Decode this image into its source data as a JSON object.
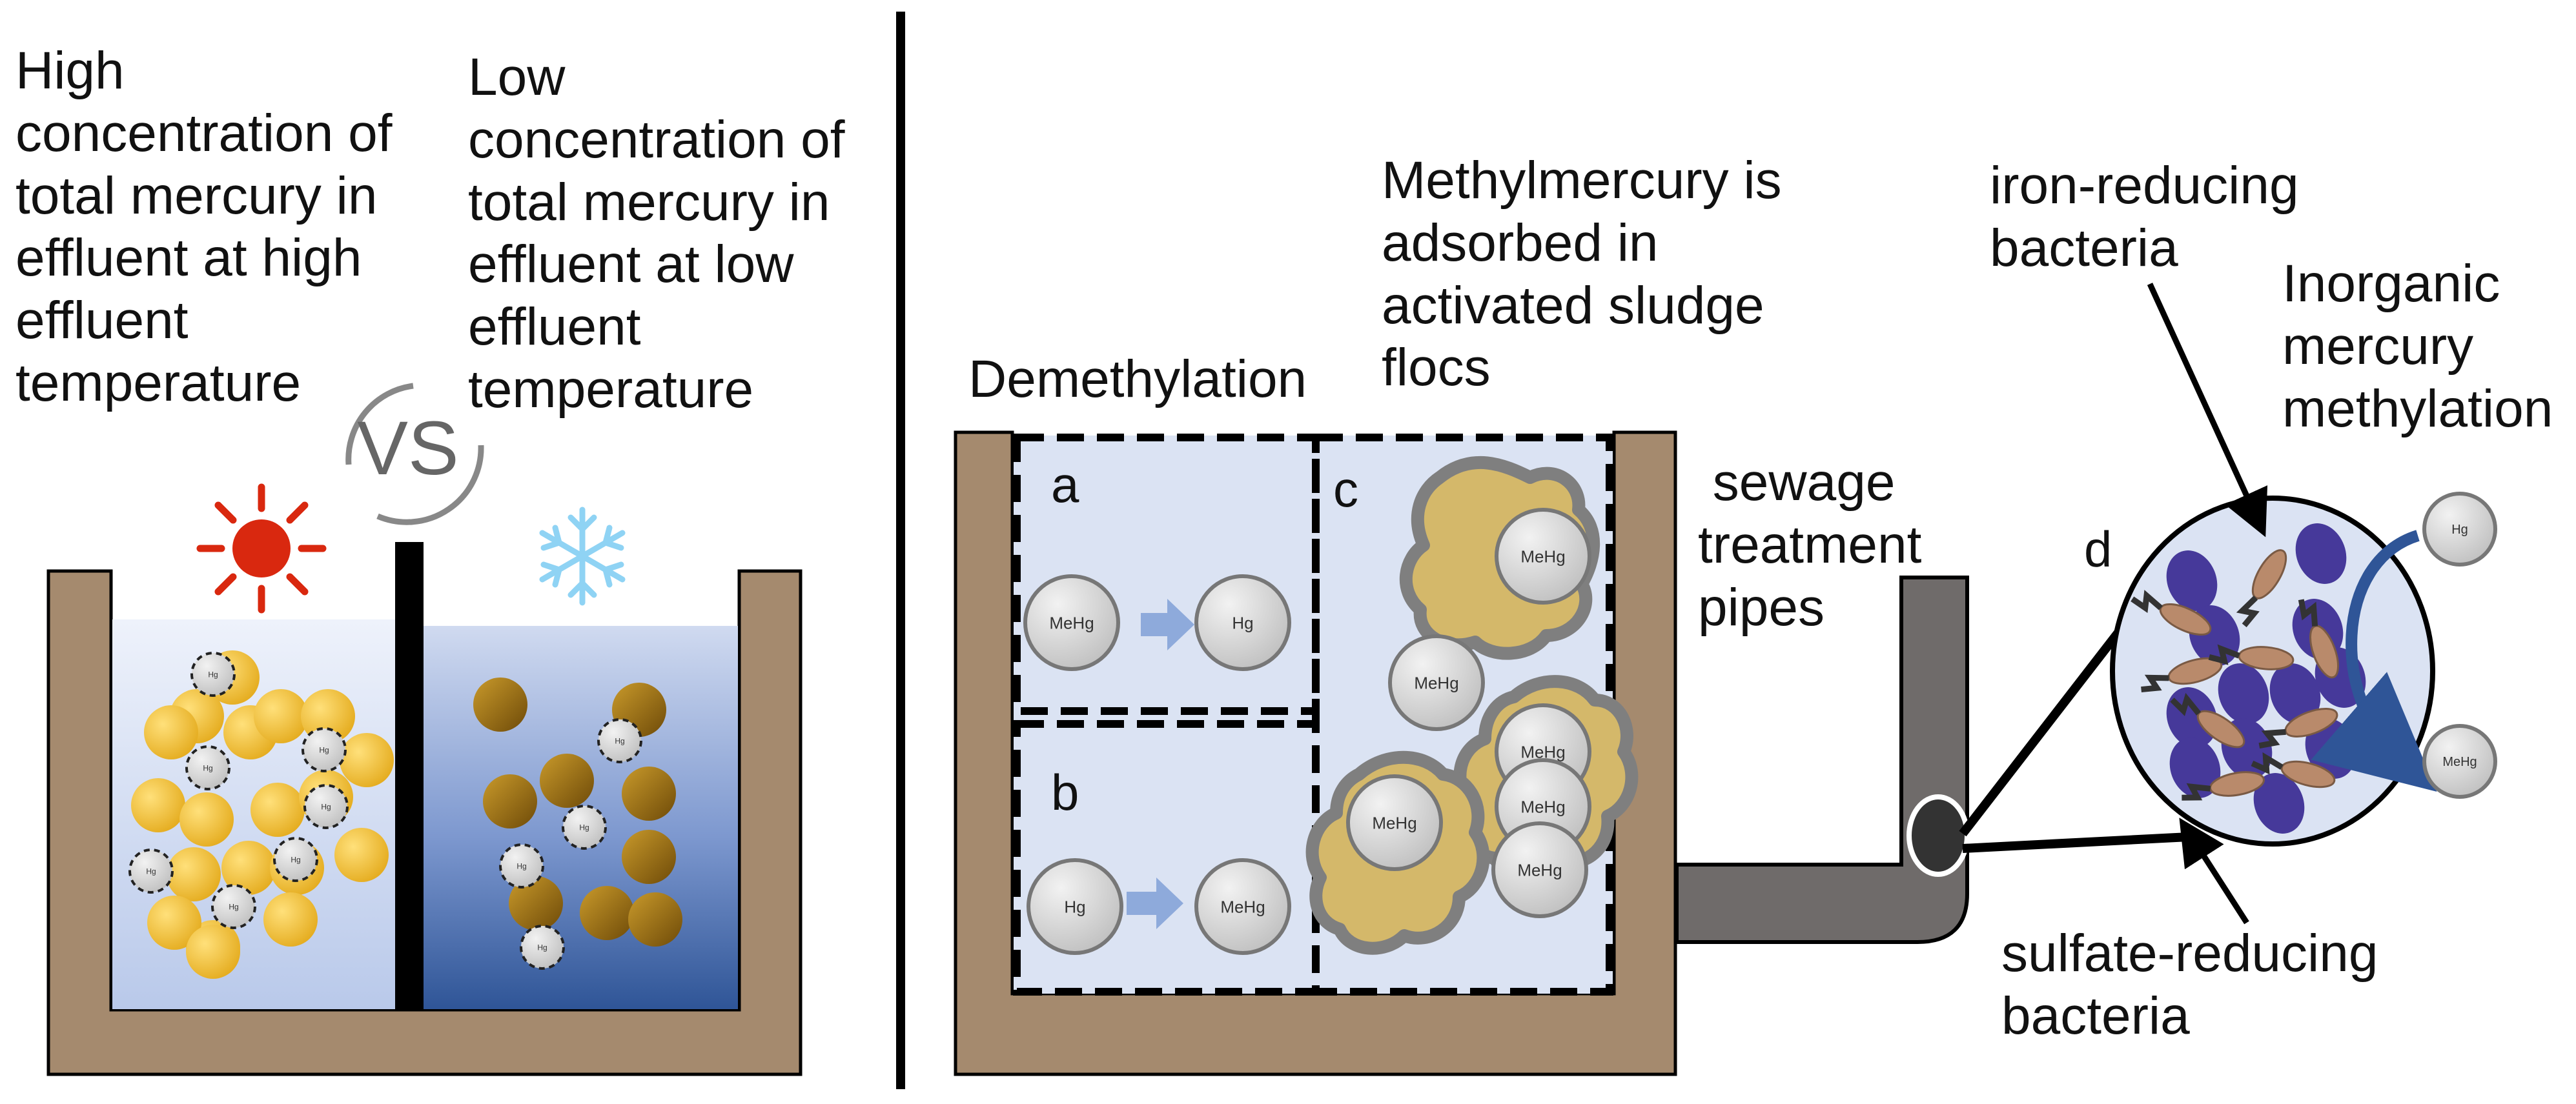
{
  "left_panel": {
    "high_label": "High\nconcentration of\ntotal mercury in\neffluent at high\neffluent\ntemperature",
    "low_label": "Low\nconcentration of\ntotal mercury in\neffluent at low\neffluent\ntemperature",
    "vs_text": "VS",
    "hot_icon": "sun-icon",
    "cold_icon": "snowflake-icon"
  },
  "right_panel": {
    "demethylation_label": "Demethylation",
    "adsorbed_label": "Methylmercury is\nadsorbed in\nactivated sludge\nflocs",
    "pipes_label": " sewage\ntreatment\npipes",
    "iron_label": "iron-reducing\nbacteria",
    "methylation_label": "Inorganic\nmercury\nmethylation",
    "sulfate_label": "sulfate-reducing\nbacteria",
    "panel_a": "a",
    "panel_b": "b",
    "panel_c": "c",
    "panel_d": "d"
  },
  "particle_labels": {
    "hg": "Hg",
    "mehg": "MeHg"
  },
  "colors": {
    "tank_wall": "#a58a6e",
    "water_light": "#dbe3f3",
    "water_dark": "#2f5597",
    "gold_particle": "#f2c12e",
    "bronze_particle": "#a87812",
    "arrow_blue": "#8eaadb",
    "pipe": "#6f6b6a",
    "bacteria_purple": "#46399a",
    "floc": "#d4b86a",
    "sun_red": "#d9280f",
    "snow_blue": "#8fd3f4"
  }
}
